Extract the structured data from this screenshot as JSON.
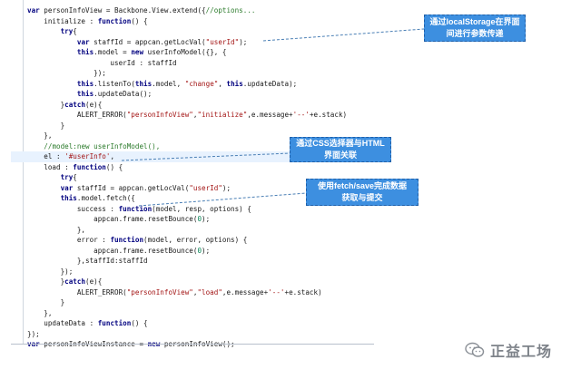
{
  "code_lines": [
    {
      "tokens": [
        {
          "t": "var ",
          "c": "kw"
        },
        {
          "t": "personInfoView = Backbone.View.extend({",
          "c": "tx"
        },
        {
          "t": "//options...",
          "c": "cm"
        }
      ]
    },
    {
      "tokens": [
        {
          "t": "    initialize : ",
          "c": "tx"
        },
        {
          "t": "function",
          "c": "kw"
        },
        {
          "t": "() {",
          "c": "tx"
        }
      ]
    },
    {
      "tokens": [
        {
          "t": "        ",
          "c": "tx"
        },
        {
          "t": "try",
          "c": "kw"
        },
        {
          "t": "{",
          "c": "tx"
        }
      ]
    },
    {
      "tokens": [
        {
          "t": "            ",
          "c": "tx"
        },
        {
          "t": "var ",
          "c": "kw"
        },
        {
          "t": "staffId = appcan.getLocVal(",
          "c": "tx"
        },
        {
          "t": "\"userId\"",
          "c": "str"
        },
        {
          "t": ");",
          "c": "tx"
        }
      ]
    },
    {
      "tokens": [
        {
          "t": "            ",
          "c": "tx"
        },
        {
          "t": "this",
          "c": "kw"
        },
        {
          "t": ".model = ",
          "c": "tx"
        },
        {
          "t": "new ",
          "c": "kw"
        },
        {
          "t": "userInfoModel({}, {",
          "c": "tx"
        }
      ]
    },
    {
      "tokens": [
        {
          "t": "                    userId : staffId",
          "c": "tx"
        }
      ]
    },
    {
      "tokens": [
        {
          "t": "                });",
          "c": "tx"
        }
      ]
    },
    {
      "tokens": [
        {
          "t": "            ",
          "c": "tx"
        },
        {
          "t": "this",
          "c": "kw"
        },
        {
          "t": ".listenTo(",
          "c": "tx"
        },
        {
          "t": "this",
          "c": "kw"
        },
        {
          "t": ".model, ",
          "c": "tx"
        },
        {
          "t": "\"change\"",
          "c": "str"
        },
        {
          "t": ", ",
          "c": "tx"
        },
        {
          "t": "this",
          "c": "kw"
        },
        {
          "t": ".updateData);",
          "c": "tx"
        }
      ]
    },
    {
      "tokens": [
        {
          "t": "            ",
          "c": "tx"
        },
        {
          "t": "this",
          "c": "kw"
        },
        {
          "t": ".updateData();",
          "c": "tx"
        }
      ]
    },
    {
      "tokens": [
        {
          "t": "        }",
          "c": "tx"
        },
        {
          "t": "catch",
          "c": "kw"
        },
        {
          "t": "(e){",
          "c": "tx"
        }
      ]
    },
    {
      "tokens": [
        {
          "t": "            ALERT_ERROR(",
          "c": "tx"
        },
        {
          "t": "\"personInfoView\"",
          "c": "str"
        },
        {
          "t": ",",
          "c": "tx"
        },
        {
          "t": "\"initialize\"",
          "c": "str"
        },
        {
          "t": ",e.message+",
          "c": "tx"
        },
        {
          "t": "'--'",
          "c": "str"
        },
        {
          "t": "+e.stack)",
          "c": "tx"
        }
      ]
    },
    {
      "tokens": [
        {
          "t": "        }",
          "c": "tx"
        }
      ]
    },
    {
      "tokens": [
        {
          "t": "    },",
          "c": "tx"
        }
      ]
    },
    {
      "tokens": [
        {
          "t": "    ",
          "c": "tx"
        },
        {
          "t": "//model:new userInfoModel(),",
          "c": "cm"
        }
      ]
    },
    {
      "tokens": [
        {
          "t": "    el : ",
          "c": "tx"
        },
        {
          "t": "'#userInfo'",
          "c": "str"
        },
        {
          "t": ",",
          "c": "tx"
        }
      ],
      "highlight": true
    },
    {
      "tokens": [
        {
          "t": "    load : ",
          "c": "tx"
        },
        {
          "t": "function",
          "c": "kw"
        },
        {
          "t": "() {",
          "c": "tx"
        }
      ]
    },
    {
      "tokens": [
        {
          "t": "        ",
          "c": "tx"
        },
        {
          "t": "try",
          "c": "kw"
        },
        {
          "t": "{",
          "c": "tx"
        }
      ]
    },
    {
      "tokens": [
        {
          "t": "        ",
          "c": "tx"
        },
        {
          "t": "var ",
          "c": "kw"
        },
        {
          "t": "staffId = appcan.getLocVal(",
          "c": "tx"
        },
        {
          "t": "\"userId\"",
          "c": "str"
        },
        {
          "t": ");",
          "c": "tx"
        }
      ]
    },
    {
      "tokens": [
        {
          "t": "        ",
          "c": "tx"
        },
        {
          "t": "this",
          "c": "kw"
        },
        {
          "t": ".model.fetch({",
          "c": "tx"
        }
      ]
    },
    {
      "tokens": [
        {
          "t": "            success : ",
          "c": "tx"
        },
        {
          "t": "function",
          "c": "kw"
        },
        {
          "t": "(model, resp, options) {",
          "c": "tx"
        }
      ]
    },
    {
      "tokens": [
        {
          "t": "                appcan.frame.resetBounce(",
          "c": "tx"
        },
        {
          "t": "0",
          "c": "num"
        },
        {
          "t": ");",
          "c": "tx"
        }
      ]
    },
    {
      "tokens": [
        {
          "t": "            },",
          "c": "tx"
        }
      ]
    },
    {
      "tokens": [
        {
          "t": "            error : ",
          "c": "tx"
        },
        {
          "t": "function",
          "c": "kw"
        },
        {
          "t": "(model, error, options) {",
          "c": "tx"
        }
      ]
    },
    {
      "tokens": [
        {
          "t": "                appcan.frame.resetBounce(",
          "c": "tx"
        },
        {
          "t": "0",
          "c": "num"
        },
        {
          "t": ");",
          "c": "tx"
        }
      ]
    },
    {
      "tokens": [
        {
          "t": "            },staffId:staffId",
          "c": "tx"
        }
      ]
    },
    {
      "tokens": [
        {
          "t": "        });",
          "c": "tx"
        }
      ]
    },
    {
      "tokens": [
        {
          "t": "        }",
          "c": "tx"
        },
        {
          "t": "catch",
          "c": "kw"
        },
        {
          "t": "(e){",
          "c": "tx"
        }
      ]
    },
    {
      "tokens": [
        {
          "t": "            ALERT_ERROR(",
          "c": "tx"
        },
        {
          "t": "\"personInfoView\"",
          "c": "str"
        },
        {
          "t": ",",
          "c": "tx"
        },
        {
          "t": "\"load\"",
          "c": "str"
        },
        {
          "t": ",e.message+",
          "c": "tx"
        },
        {
          "t": "'--'",
          "c": "str"
        },
        {
          "t": "+e.stack)",
          "c": "tx"
        }
      ]
    },
    {
      "tokens": [
        {
          "t": "        }",
          "c": "tx"
        }
      ]
    },
    {
      "tokens": [
        {
          "t": "    },",
          "c": "tx"
        }
      ]
    },
    {
      "tokens": [
        {
          "t": "    updateData : ",
          "c": "tx"
        },
        {
          "t": "function",
          "c": "kw"
        },
        {
          "t": "() {",
          "c": "tx"
        }
      ]
    },
    {
      "tokens": [
        {
          "t": "});",
          "c": "tx"
        }
      ]
    },
    {
      "tokens": [
        {
          "t": "var ",
          "c": "kw"
        },
        {
          "t": "personInfoViewInstance = ",
          "c": "tx"
        },
        {
          "t": "new ",
          "c": "kw"
        },
        {
          "t": "personInfoView();",
          "c": "tx"
        }
      ]
    }
  ],
  "callouts": {
    "localstorage": {
      "line1": "通过localStorage在界面",
      "line2": "间进行参数传递"
    },
    "css_selector": {
      "line1": "通过CSS选择器与HTML",
      "line2": "界面关联"
    },
    "fetch_save": {
      "line1": "使用fetch/save完成数据",
      "line2": "获取与提交"
    }
  },
  "watermark": {
    "text": "正益工场",
    "icon": "wechat-icon"
  },
  "colors": {
    "keyword": "#00007f",
    "string": "#a31515",
    "comment": "#2a7a2a",
    "callout_bg": "#3d8fe0",
    "connector": "#4a7fb5"
  }
}
